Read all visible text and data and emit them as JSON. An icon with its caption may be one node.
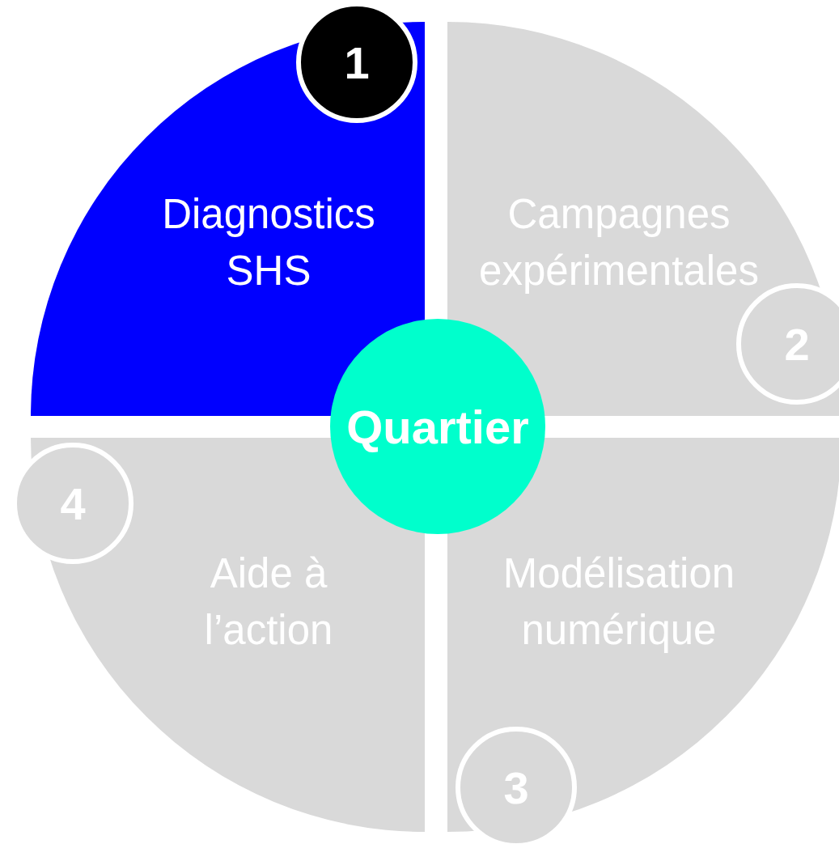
{
  "diagram": {
    "nodes": [
      {
        "text": [
          "1"
        ]
      },
      {
        "text": [
          "Diagnostics SHS"
        ]
      },
      {
        "text": [
          "Campagnes expérimentales"
        ]
      },
      {
        "text": [
          "2"
        ]
      },
      {
        "text": [
          "Quartier"
        ]
      },
      {
        "text": [
          "4"
        ]
      },
      {
        "text": [
          "Aide à l’action"
        ]
      },
      {
        "text": [
          "Modélisation numérique"
        ]
      },
      {
        "text": [
          "3"
        ]
      }
    ]
  }
}
